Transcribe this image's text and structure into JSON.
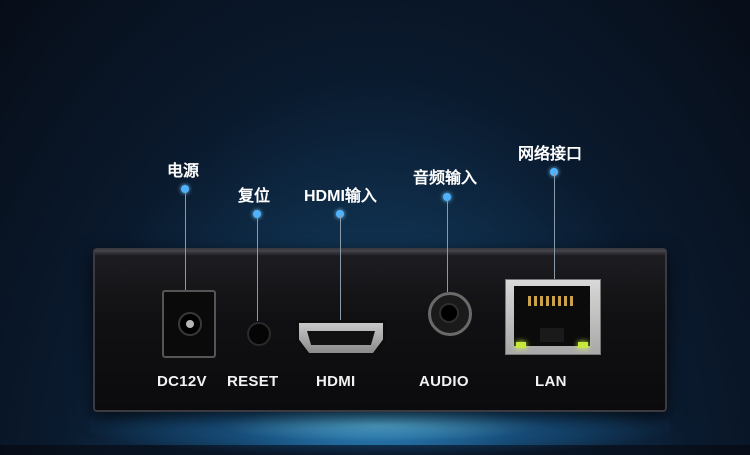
{
  "callouts": {
    "power": "电源",
    "reset": "复位",
    "hdmi": "HDMI输入",
    "audio": "音频输入",
    "network": "网络接口"
  },
  "ports": {
    "dc": "DC12V",
    "reset": "RESET",
    "hdmi": "HDMI",
    "audio": "AUDIO",
    "lan": "LAN"
  },
  "colors": {
    "accent_dot": "#4fb3ff",
    "background": "#0a1a2e",
    "led": "#c6e83a"
  }
}
